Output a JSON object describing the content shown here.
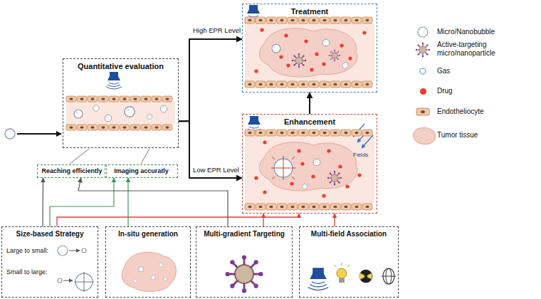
{
  "diagram": {
    "nodes": [
      {
        "text": [
          "Treatment"
        ]
      },
      {
        "text": [
          "Quantitative evaluation"
        ]
      },
      {
        "text": [
          "Enhancement"
        ]
      },
      {
        "text": [
          "Reaching efficiently"
        ]
      },
      {
        "text": [
          "Imaging accuratly"
        ]
      },
      {
        "text": [
          "Size-based Strategy",
          "Large to small:",
          "Small to large:"
        ]
      },
      {
        "text": [
          "In-situ generation"
        ]
      },
      {
        "text": [
          "Multi-gradient Targeting"
        ]
      },
      {
        "text": [
          "Multi-field Association"
        ]
      }
    ],
    "edges": [
      {
        "from": 1,
        "to": 0,
        "label": "High EPR Level",
        "arrow": "to"
      },
      {
        "from": 1,
        "to": 2,
        "label": "Low EPR Level",
        "arrow": "to"
      },
      {
        "from": 2,
        "to": 0,
        "arrow": "to"
      },
      {
        "from": 5,
        "to": 3,
        "arrow": "to"
      },
      {
        "from": 5,
        "to": 4,
        "arrow": "to"
      },
      {
        "from": 5,
        "to": 2,
        "arrow": "to"
      },
      {
        "from": 6,
        "to": 4,
        "arrow": "to"
      },
      {
        "from": 7,
        "to": 3,
        "arrow": "to"
      },
      {
        "from": 7,
        "to": 2,
        "arrow": "to"
      },
      {
        "from": 8,
        "to": 2,
        "arrow": "to"
      }
    ],
    "labels": [
      "Fields"
    ],
    "legend": [
      {
        "text": "Micro/Nanobubble"
      },
      {
        "text": "Active-targeting micro/nanoparticle"
      },
      {
        "text": "Gas"
      },
      {
        "text": "Drug",
        "color": "#ee3b2f"
      },
      {
        "text": "Endotheliocyte"
      },
      {
        "text": "Tumor tissue",
        "color": "#f3cfc6"
      }
    ]
  }
}
